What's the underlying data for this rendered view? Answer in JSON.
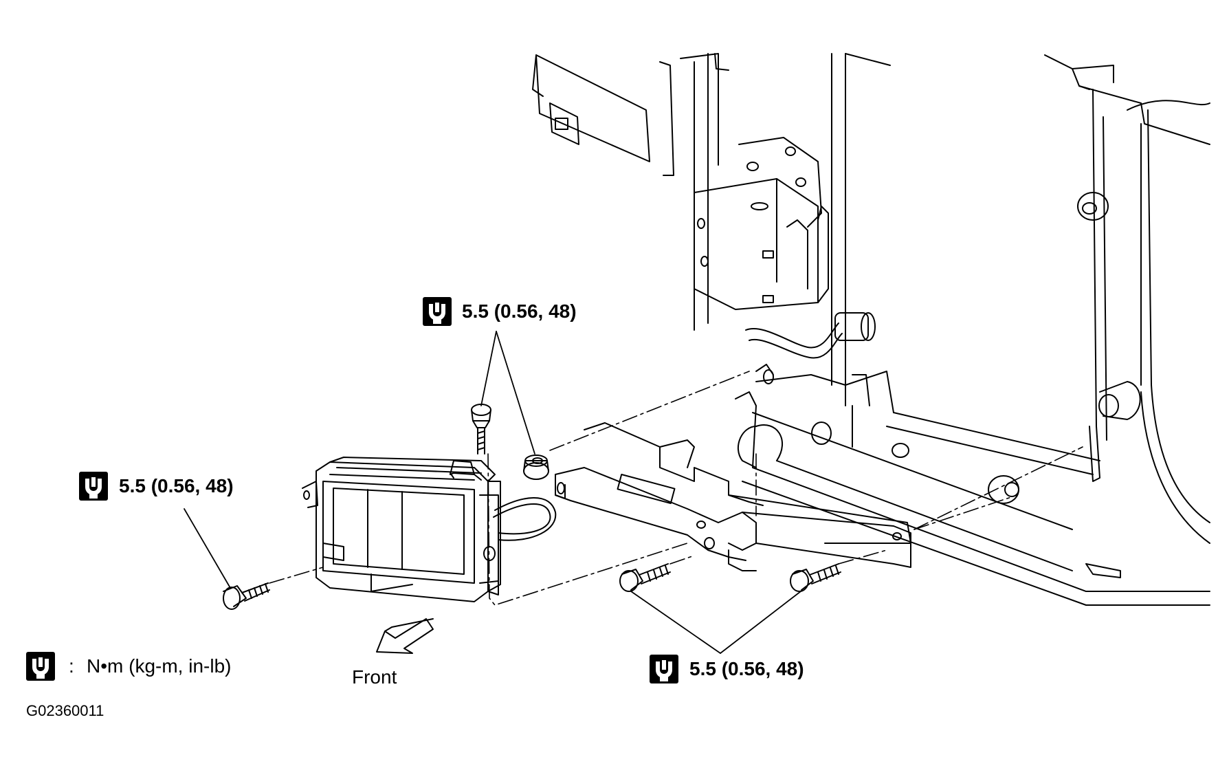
{
  "labels": {
    "torque_top": "5.5 (0.56, 48)",
    "torque_left": "5.5 (0.56, 48)",
    "torque_bottom_right": "5.5 (0.56, 48)"
  },
  "legend": {
    "separator": ":",
    "units": "N•m  (kg-m,  in-lb)"
  },
  "direction_label": "Front",
  "figure_code": "G02360011",
  "icon": {
    "torque": "torque-wrench-icon",
    "arrow": "front-arrow-icon"
  },
  "colors": {
    "line": "#000000",
    "background": "#ffffff"
  }
}
